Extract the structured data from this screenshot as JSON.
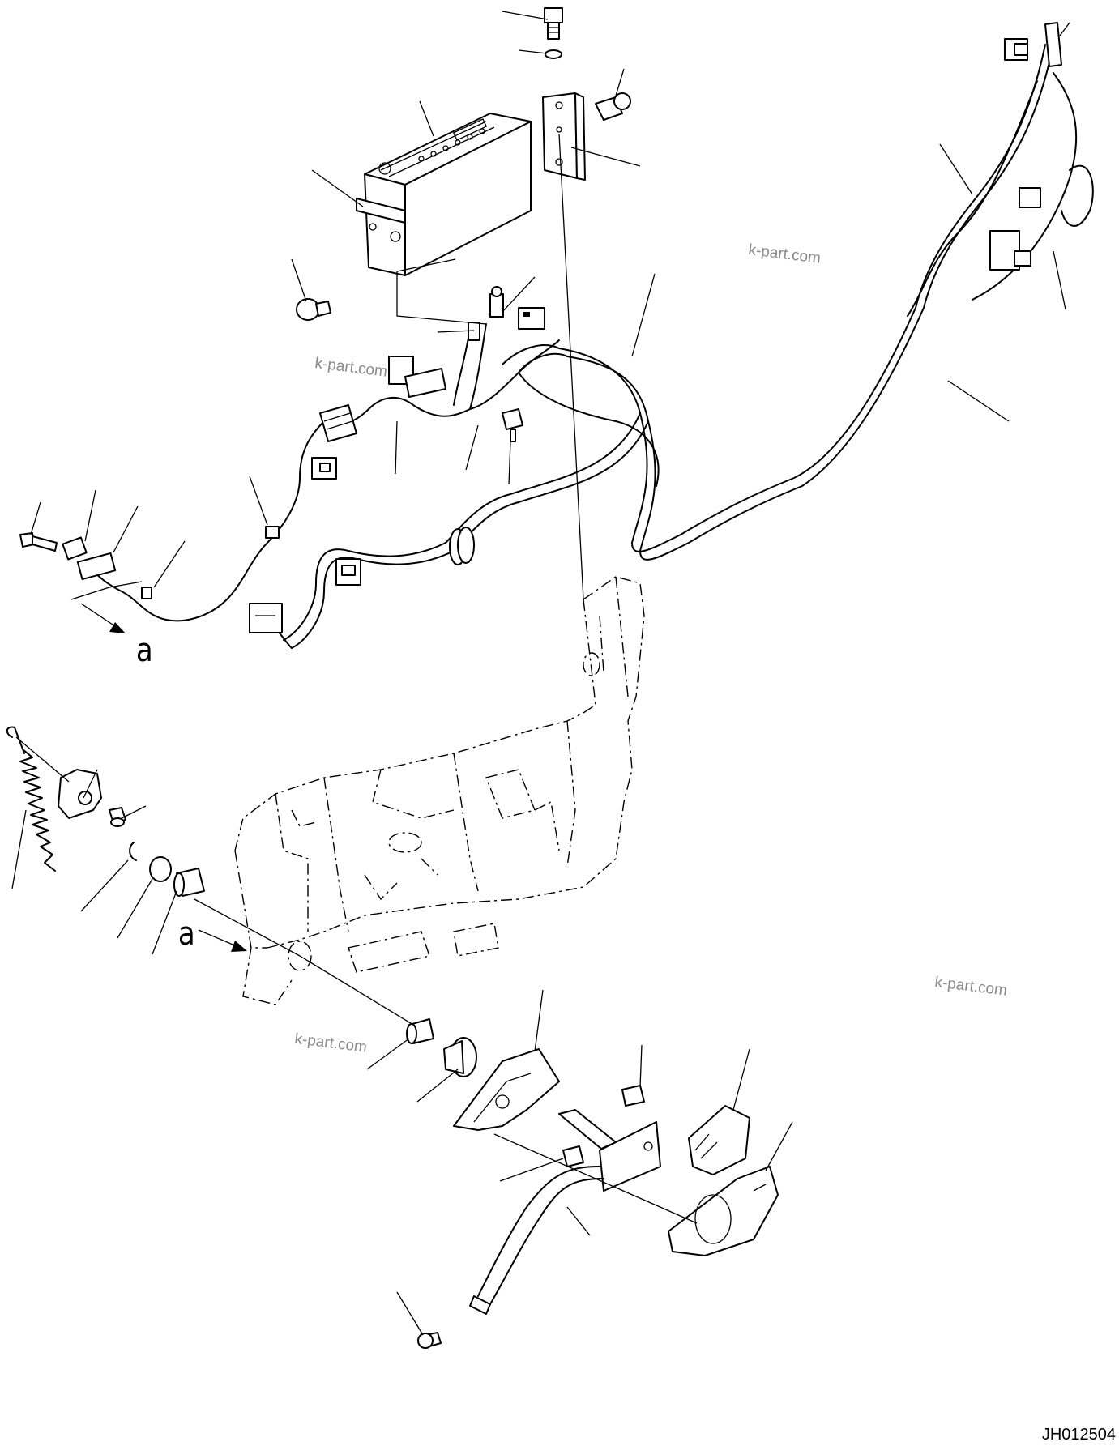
{
  "watermark": "k-part.com",
  "view_marker": "a",
  "drawing_code": "JH012504",
  "colors": {
    "line": "#000000",
    "watermark": "#8a8a8a",
    "background": "#ffffff"
  },
  "parts": [
    "control-panel-unit",
    "panel-bracket",
    "mount-bolt",
    "washer",
    "wiring-harness",
    "connector",
    "grommet",
    "tension-spring",
    "lever-block",
    "bushing",
    "pivot-cover",
    "pedal-lever",
    "pedal-cover",
    "chassis-frame"
  ]
}
